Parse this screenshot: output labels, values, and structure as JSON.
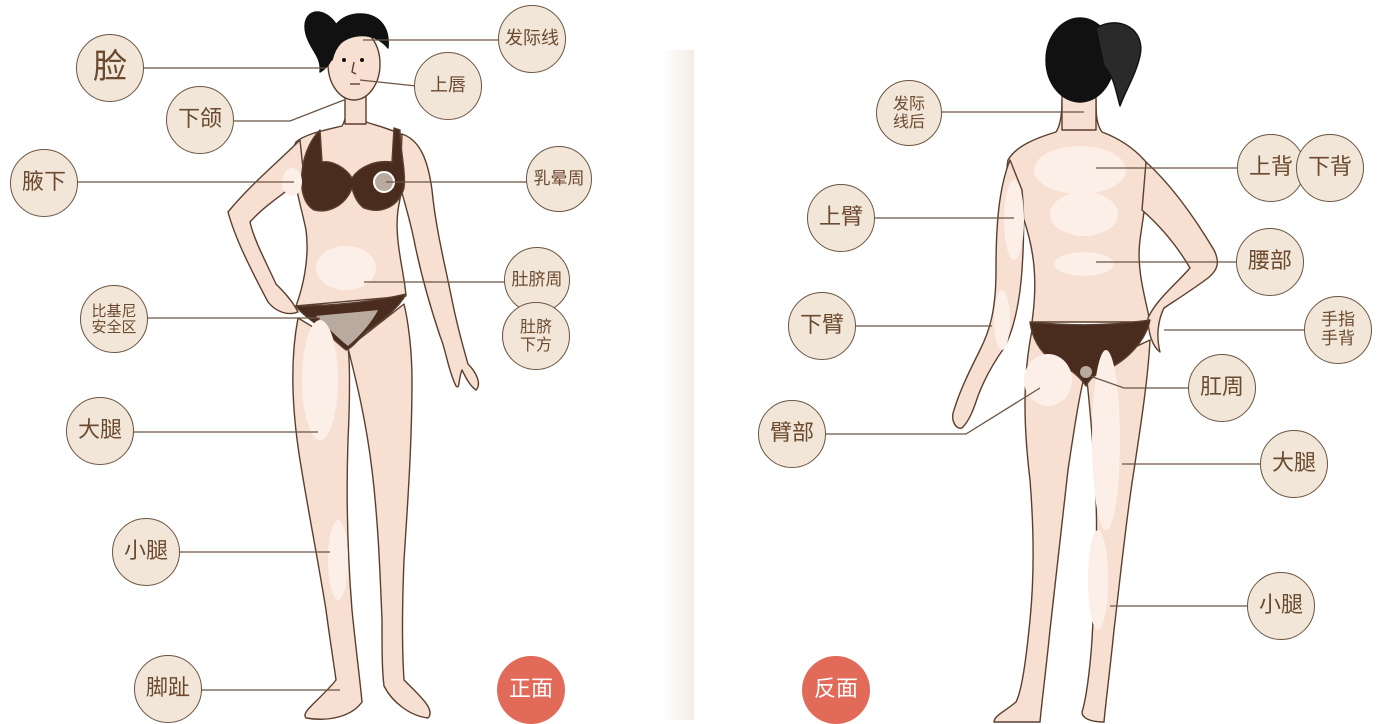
{
  "colors": {
    "skin": "#f7dfd2",
    "skin_highlight": "#fcefe8",
    "outline": "#5a3f2e",
    "garment": "#4a2c1e",
    "hair": "#111111",
    "bubble_fill": "#f2e6d8",
    "bubble_text": "#6b4a2f",
    "side_badge": "#e26a58",
    "leader_line": "#6b5442"
  },
  "front": {
    "labels": {
      "face": "脸",
      "hairline": "发际线",
      "upper_lip": "上唇",
      "jaw": "下颌",
      "underarm": "腋下",
      "areola": "乳晕周",
      "navel": "肚脐周",
      "below_navel": "肚脐\n下方",
      "bikini": "比基尼\n安全区",
      "thigh": "大腿",
      "calf": "小腿",
      "toes": "脚趾"
    },
    "side_label": "正面"
  },
  "back": {
    "labels": {
      "back_hairline": "发际\n线后",
      "upper_back": "上背",
      "lower_back": "下背",
      "upper_arm": "上臂",
      "waist": "腰部",
      "forearm": "下臂",
      "finger_hand": "手指\n手背",
      "buttocks": "臂部",
      "anal": "肛周",
      "thigh": "大腿",
      "calf": "小腿"
    },
    "side_label": "反面"
  }
}
